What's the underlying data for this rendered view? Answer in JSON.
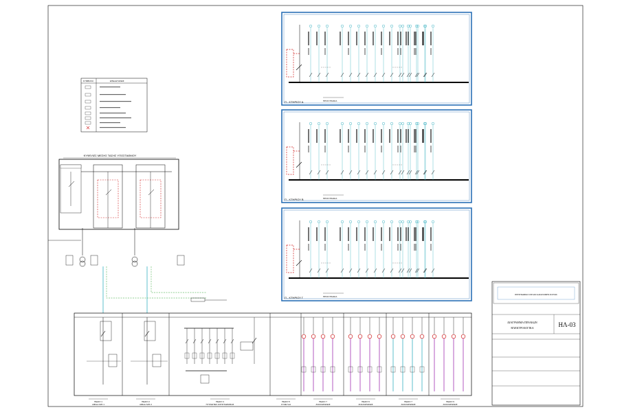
{
  "panels": [
    {
      "title": "Π - ΚΤΗΡΙΟΥ Α",
      "feeder_label": "ΠΡΟΣ ΠΙΝΑΚΑ"
    },
    {
      "title": "Π - ΚΤΗΡΙΟΥ Β",
      "feeder_label": "ΠΡΟΣ ΠΙΝΑΚΑ"
    },
    {
      "title": "Π - ΚΤΗΡΙΟΥ Γ",
      "feeder_label": "ΠΡΟΣ ΠΙΝΑΚΑ"
    }
  ],
  "legend": {
    "header_symbol": "ΣΥΜΒΟΛΟ",
    "header_description": "ΕΠΕΞΗΓΗΣΕΙΣ"
  },
  "mv_room": {
    "title": "ΚΥΨΕΛΕΣ ΜΕΣΗΣ ΤΑΣΗΣ ΥΠΟΣΤΑΘΜΟΥ"
  },
  "title_block": {
    "project": "ΠΕΡΙΓΡΑΦΙΚΟ ΣΧΕΔΙΟ ΚΑΤΑΝΟΜΗΣ ΙΣΧΥΟΣ",
    "drawing_title": "ΔΙΑΓΡΑΜΜΑ ΠΙΝΑΚΩΝ",
    "discipline": "ΗΛΕΚΤΡΟΛΟΓΙΚΑ",
    "sheet_code": "ΗΛ-03"
  },
  "bottom_labels": [
    {
      "line1": "ΠΕΔΙΟ 1",
      "line2": "ΑΦΙΞΗ Μ/Σ 1"
    },
    {
      "line1": "ΠΕΔΙΟ 2",
      "line2": "ΑΦΙΞΗ Μ/Σ 2"
    },
    {
      "line1": "ΠΕΔΙΟ 4",
      "line2": "ΠΥΚΝΩΤΕΣ ΑΝΤΙΣΤΑΘΜΙΣΗΣ"
    },
    {
      "line1": "ΠΕΔΙΟ 5",
      "line2": "ΣΥΖΕΥΞΗ"
    },
    {
      "line1": "ΠΕΔΙΟ 7",
      "line2": "ΑΝΑΧΩΡΗΣΕΙΣ"
    },
    {
      "line1": "ΠΕΔΙΟ 6",
      "line2": "ΑΝΑΧΩΡΗΣΕΙΣ"
    },
    {
      "line1": "ΠΕΔΙΟ 7",
      "line2": "ΑΝΑΧΩΡΗΣΕΙΣ"
    },
    {
      "line1": "ΠΕΔΙΟ 9",
      "line2": "ΑΝΑΧΩΡΗΣΕΙΣ"
    }
  ],
  "colors": {
    "frame": "#000000",
    "panel_border": "#2a6fb5",
    "red_dash": "#d02020",
    "cyan": "#35b0c0",
    "green_dash": "#6cc070",
    "magenta": "#a030b0",
    "gray": "#888888"
  }
}
